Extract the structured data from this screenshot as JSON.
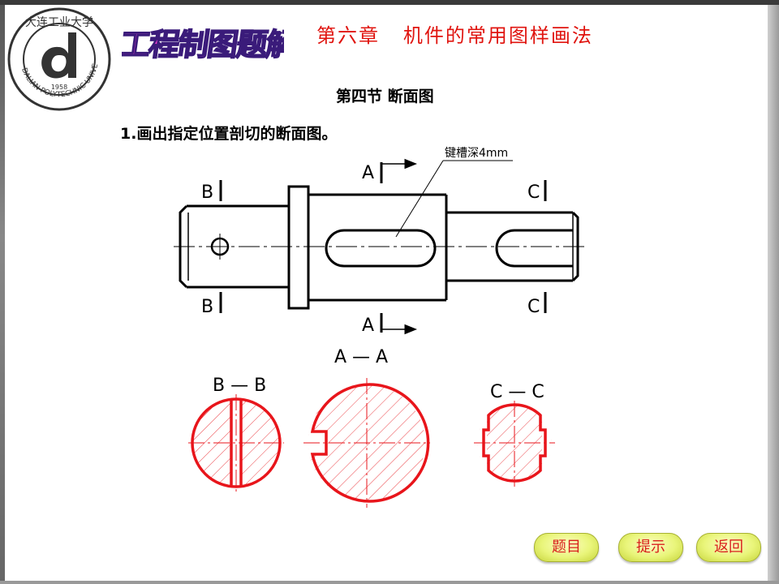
{
  "header": {
    "logo_text": "大连工业大学",
    "logo_ring_text": "DALIAN POLYTECHNIC UNIVERSITY",
    "logo_year": "1958",
    "brand": "工程制图题解",
    "chapter": "第六章   机件的常用图样画法"
  },
  "content": {
    "section": "第四节 断面图",
    "question": "1.画出指定位置剖切的断面图。",
    "keyway_note": "键槽深4mm",
    "labels": {
      "A": "A",
      "B": "B",
      "C": "C",
      "section_aa": "A  —  A",
      "section_bb": "B  —  B",
      "section_cc": "C  —  C"
    }
  },
  "nav": {
    "question_label": "题目",
    "hint_label": "提示",
    "back_label": "返回"
  },
  "colors": {
    "accent": "#e0140f",
    "section_line": "#e8151b",
    "button_fill": "#e9f57a"
  }
}
